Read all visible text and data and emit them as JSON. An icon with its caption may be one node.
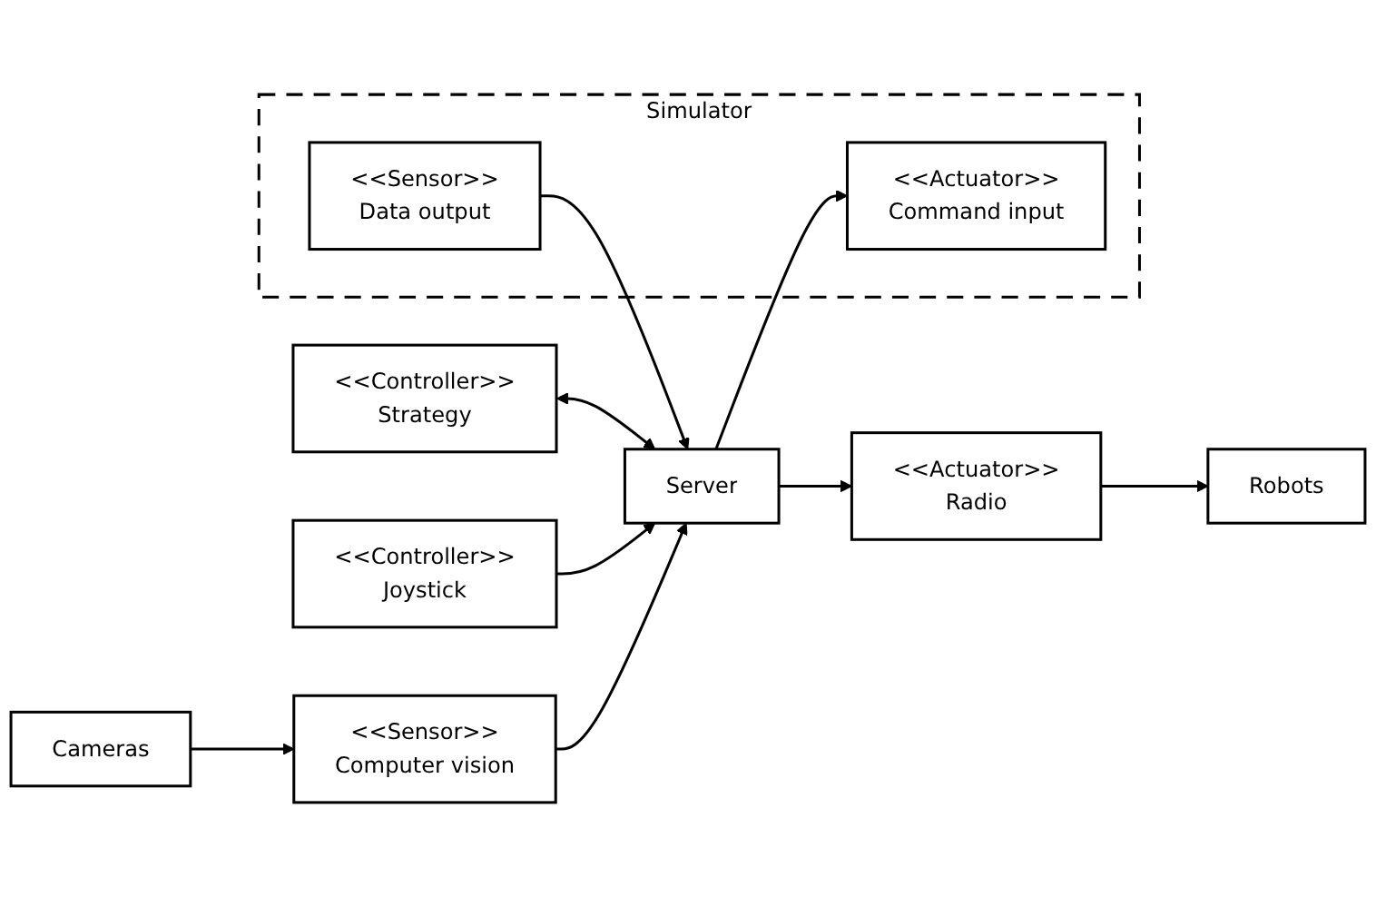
{
  "diagram": {
    "nodes": [
      {
        "text": [
          "Simulator"
        ]
      },
      {
        "text": [
          "<<Controller>>",
          "Strategy"
        ]
      },
      {
        "text": [
          "<<Actuator>>",
          "Command input"
        ],
        "in": 0
      },
      {
        "text": [
          "<<Controller>>",
          "Joystick"
        ]
      },
      {
        "text": [
          "Server"
        ]
      },
      {
        "text": [
          "<<Sensor>>",
          "Data output"
        ],
        "in": 0
      },
      {
        "text": [
          "<<Sensor>>",
          "Computer vision"
        ]
      },
      {
        "text": [
          "<<Actuator>>",
          "Radio"
        ]
      },
      {
        "text": [
          "Cameras"
        ]
      },
      {
        "text": [
          "Robots"
        ]
      }
    ],
    "edges": [
      {
        "from": 1,
        "to": 4,
        "arrow": "both"
      },
      {
        "from": 3,
        "to": 4,
        "arrow": "to"
      },
      {
        "from": 4,
        "to": 2,
        "arrow": "to"
      },
      {
        "from": 5,
        "to": 4,
        "arrow": "to"
      },
      {
        "from": 6,
        "to": 4,
        "arrow": "to"
      },
      {
        "from": 4,
        "to": 7,
        "arrow": "to"
      },
      {
        "from": 8,
        "to": 6,
        "arrow": "to"
      },
      {
        "from": 7,
        "to": 9,
        "arrow": "to"
      }
    ]
  }
}
